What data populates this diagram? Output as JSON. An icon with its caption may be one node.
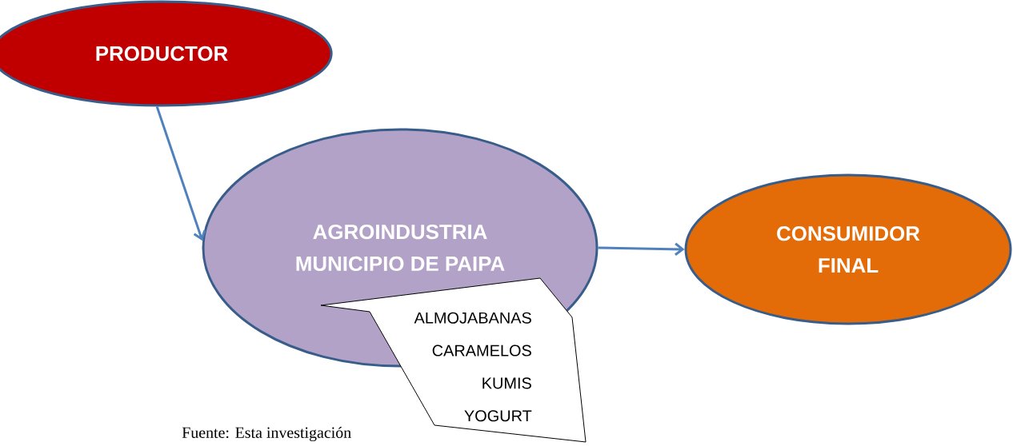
{
  "diagram": {
    "caption": "Fuente: Esta investigación",
    "nodes": [
      {
        "text": [
          "PRODUCTOR"
        ]
      },
      {
        "text": [
          "AGROINDUSTRIA MUNICIPIO DE PAIPA"
        ]
      },
      {
        "text": [
          "CONSUMIDOR FINAL"
        ]
      },
      {
        "text": [
          "ALMOJABANAS",
          "CARAMELOS",
          "KUMIS",
          "YOGURT"
        ]
      }
    ],
    "edges": [
      {
        "from": 0,
        "to": 1,
        "arrow": "to"
      },
      {
        "from": 1,
        "to": 2,
        "arrow": "to"
      }
    ]
  }
}
